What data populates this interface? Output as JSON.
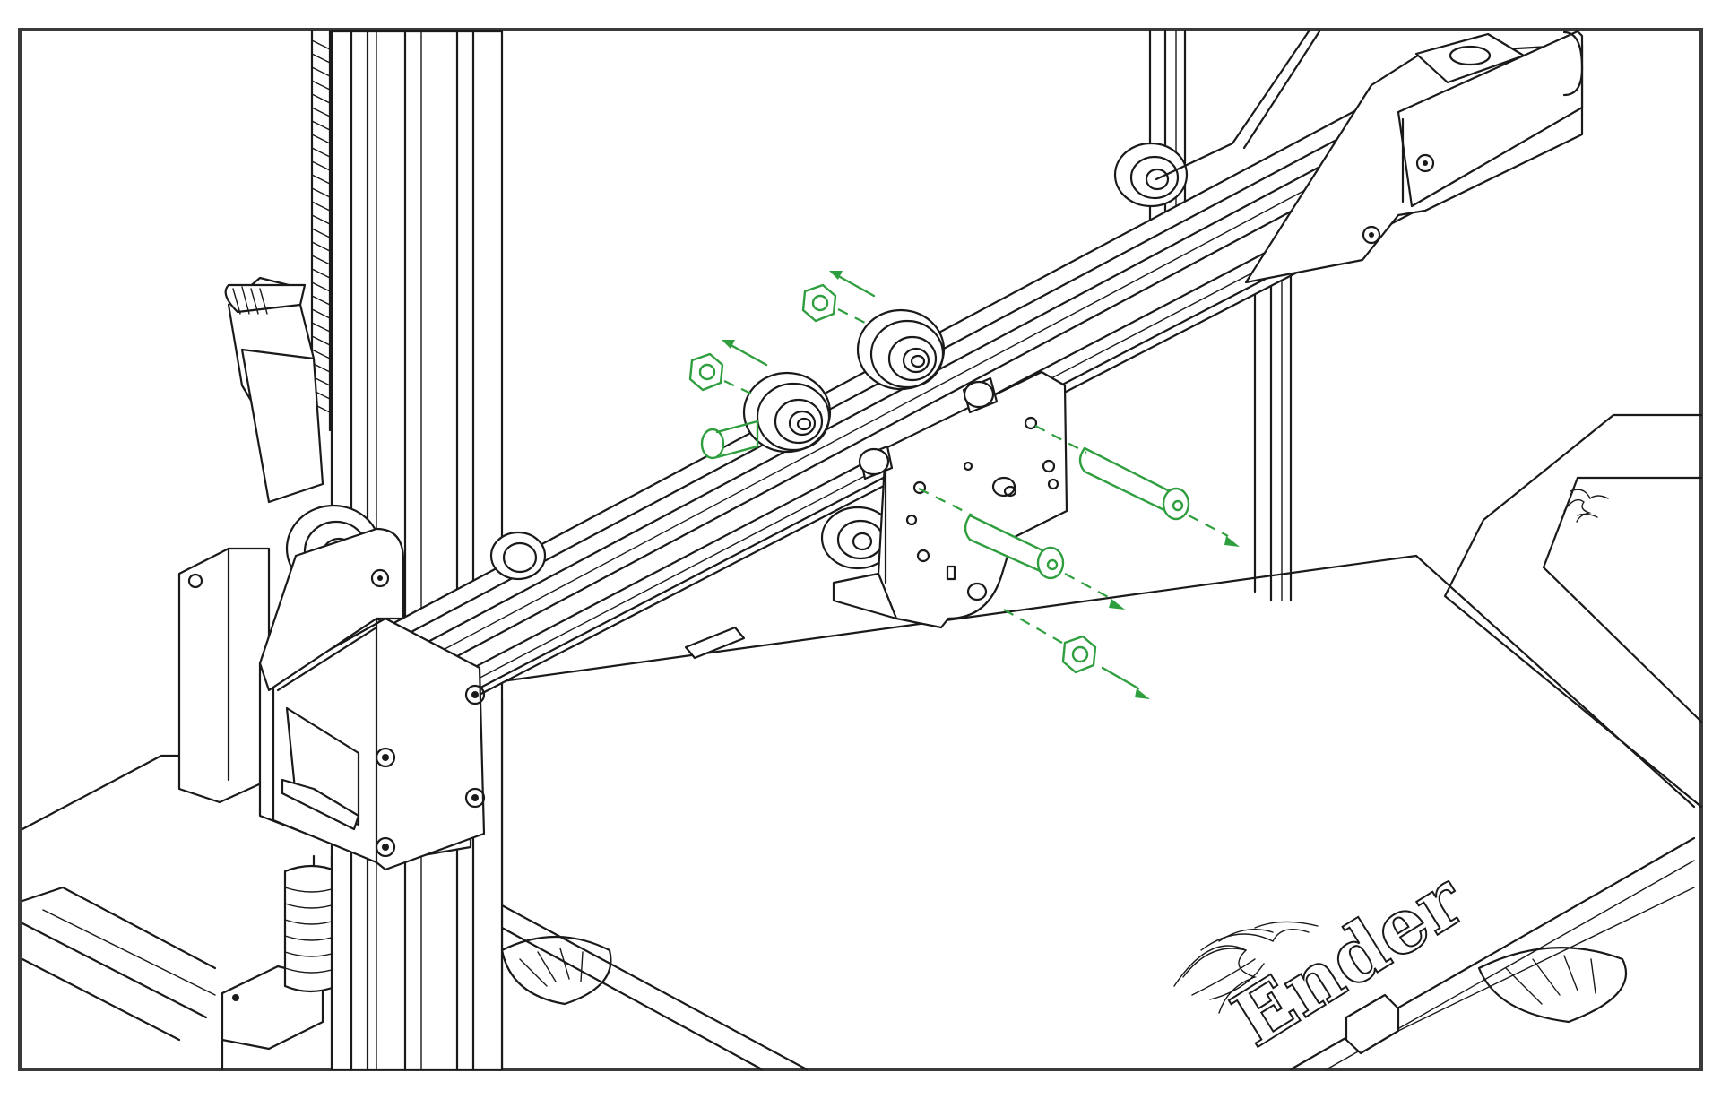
{
  "figure": {
    "brand_text": "Ender",
    "colors": {
      "line": "#1a1a1a",
      "highlight": "#2e9e3e",
      "background": "#ffffff"
    },
    "highlighted_parts": [
      "hex-nut-upper",
      "hex-nut-middle",
      "hex-nut-lower",
      "spacer-washer",
      "eccentric-bolt-left",
      "bolt-right-upper",
      "bolt-right-lower"
    ]
  }
}
